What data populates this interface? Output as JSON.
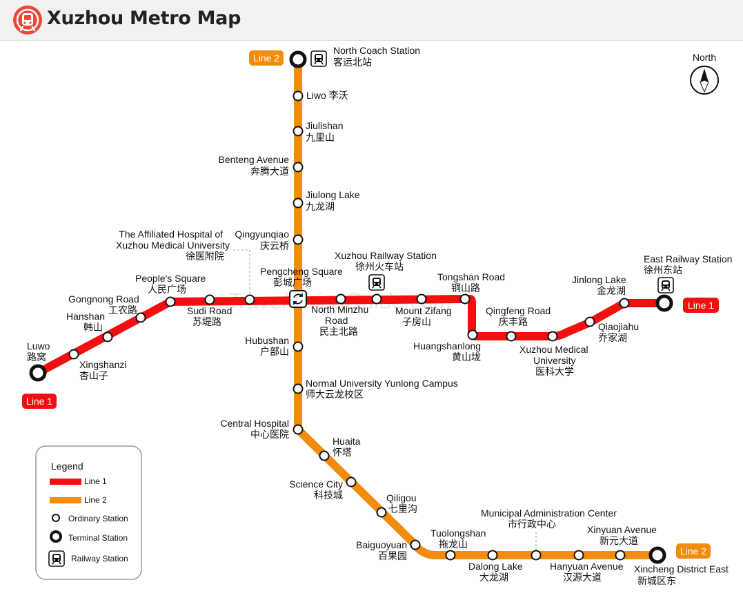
{
  "header": {
    "title": "Xuzhou Metro Map"
  },
  "colors": {
    "line1": "#f20f0f",
    "line2": "#f28c0f",
    "terminal": "#111111",
    "station_fill": "#ffffff"
  },
  "watermark": "TravelChinaGuide.com",
  "compass": {
    "label": "North"
  },
  "line_badges": {
    "line1_east": "Line 1",
    "line1_west": "Line 1",
    "line2_north": "Line 2",
    "line2_south": "Line 2"
  },
  "stations": {
    "north_coach": {
      "en": "North Coach Station",
      "zh": "客运北站"
    },
    "liwo": {
      "en": "Liwo 李沃"
    },
    "jiulishan": {
      "en": "Jiulishan",
      "zh": "九里山"
    },
    "benteng": {
      "en": "Benteng Avenue",
      "zh": "奔腾大道"
    },
    "jiulong_lake": {
      "en": "Jiulong Lake",
      "zh": "九龙湖"
    },
    "qingyunqiao": {
      "en": "Qingyunqiao",
      "zh": "庆云桥"
    },
    "pengcheng": {
      "en": "Pengcheng Square",
      "zh": "彭城广场"
    },
    "affiliated": {
      "en1": "The Affiliated Hospital of",
      "en2": "Xuzhou Medical University",
      "zh": "徐医附院"
    },
    "railway": {
      "en": "Xuzhou Railway Station",
      "zh": "徐州火车站"
    },
    "tongshan": {
      "en": "Tongshan Road",
      "zh": "铜山路"
    },
    "jinlong_lake": {
      "en": "Jinlong Lake",
      "zh": "金龙湖"
    },
    "east_railway": {
      "en": "East Railway Station",
      "zh": "徐州东站"
    },
    "peoples_square": {
      "en": "People's Square",
      "zh": "人民广场"
    },
    "gongnong": {
      "en": "Gongnong Road",
      "zh": "工农路"
    },
    "hanshan": {
      "en": "Hanshan",
      "zh": "韩山"
    },
    "luwo": {
      "en": "Luwo",
      "zh": "路窝"
    },
    "xingshanzi": {
      "en": "Xingshanzi",
      "zh": "杏山子"
    },
    "sudi": {
      "en": "Sudi Road",
      "zh": "苏堤路"
    },
    "north_minzhu": {
      "en1": "North Minzhu",
      "en2": "Road",
      "zh": "民主北路"
    },
    "mount_zifang": {
      "en": "Mount Zifang",
      "zh": "子房山"
    },
    "qingfeng": {
      "en": "Qingfeng Road",
      "zh": "庆丰路"
    },
    "huangshanlong": {
      "en": "Huangshanlong",
      "zh": "黄山垅"
    },
    "medical_univ": {
      "en1": "Xuzhou Medical",
      "en2": "University",
      "zh": "医科大学"
    },
    "qiaojiahu": {
      "en": "Qiaojiahu",
      "zh": "乔家湖"
    },
    "hubushan": {
      "en": "Hubushan",
      "zh": "户部山"
    },
    "normal_univ": {
      "en": "Normal University Yunlong Campus",
      "zh": "师大云龙校区"
    },
    "central_hospital": {
      "en": "Central Hospital",
      "zh": "中心医院"
    },
    "huaita": {
      "en": "Huaita",
      "zh": "怀塔"
    },
    "science_city": {
      "en": "Science City",
      "zh": "科技城"
    },
    "qiligou": {
      "en": "Qiligou",
      "zh": "七里沟"
    },
    "baiguoyuan": {
      "en": "Baiguoyuan",
      "zh": "百果园"
    },
    "tuolongshan": {
      "en": "Tuolongshan",
      "zh": "拖龙山"
    },
    "dalong_lake": {
      "en": "Dalong Lake",
      "zh": "大龙湖"
    },
    "municipal": {
      "en": "Municipal Administration Center",
      "zh": "市行政中心"
    },
    "hanyuan": {
      "en": "Hanyuan Avenue",
      "zh": "汉源大道"
    },
    "xinyuan": {
      "en": "Xinyuan Avenue",
      "zh": "新元大道"
    },
    "xincheng": {
      "en": "Xincheng District East",
      "zh": "新城区东"
    }
  },
  "legend": {
    "title": "Legend",
    "line1": "Line 1",
    "line2": "Line 2",
    "ordinary": "Ordinary Station",
    "terminal": "Terminal Station",
    "railway": "Railway Station"
  }
}
